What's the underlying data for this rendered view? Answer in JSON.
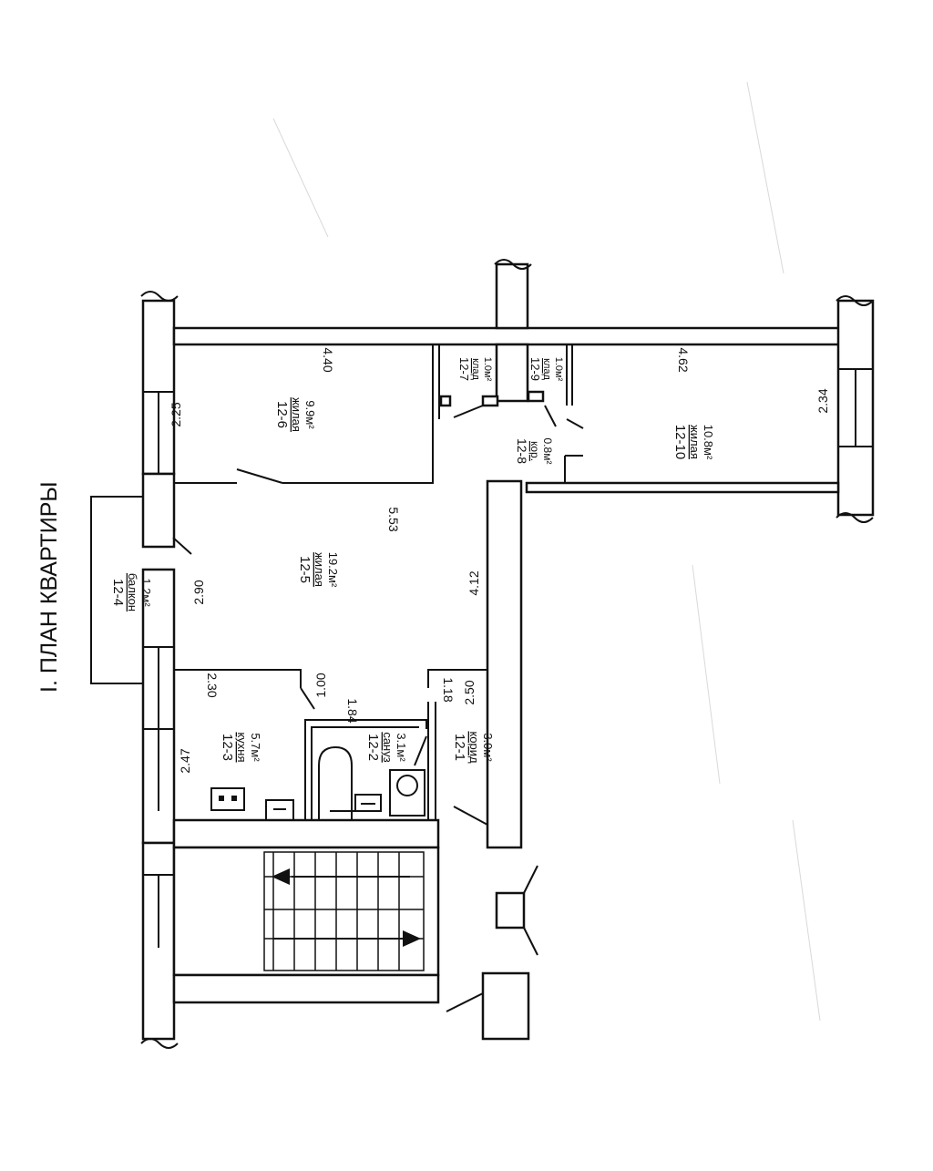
{
  "title": "I. ПЛАН КВАРТИРЫ",
  "colors": {
    "line": "#111111",
    "paper": "#ffffff"
  },
  "rooms": [
    {
      "id": "12-1",
      "name": "корид",
      "area": "3.0м²"
    },
    {
      "id": "12-2",
      "name": "сануз",
      "area": "3.1м²"
    },
    {
      "id": "12-3",
      "name": "кухня",
      "area": "5.7м²"
    },
    {
      "id": "12-4",
      "name": "балкон",
      "area": "1.2м²"
    },
    {
      "id": "12-5",
      "name": "жилая",
      "area": "19.2м²"
    },
    {
      "id": "12-6",
      "name": "жилая",
      "area": "9.9м²"
    },
    {
      "id": "12-7",
      "name": "клад",
      "area": "1.0м²"
    },
    {
      "id": "12-8",
      "name": "кор.",
      "area": "0.8м²"
    },
    {
      "id": "12-9",
      "name": "клад",
      "area": "1.0м²"
    },
    {
      "id": "12-10",
      "name": "жилая",
      "area": "10.8м²"
    }
  ],
  "dimensions": {
    "room_12_6_length": "4.40",
    "room_12_6_width": "2.25",
    "room_12_5_length": "5.53",
    "room_12_5_width": "2.90",
    "room_12_5_inner": "4.12",
    "kitchen_width": "2.30",
    "kitchen_length": "2.47",
    "kitchen_door": "1.00",
    "bath_width": "1.84",
    "corridor_width": "1.18",
    "corridor_length": "2.50",
    "room_12_10_length": "4.62",
    "room_12_10_width": "2.34"
  }
}
